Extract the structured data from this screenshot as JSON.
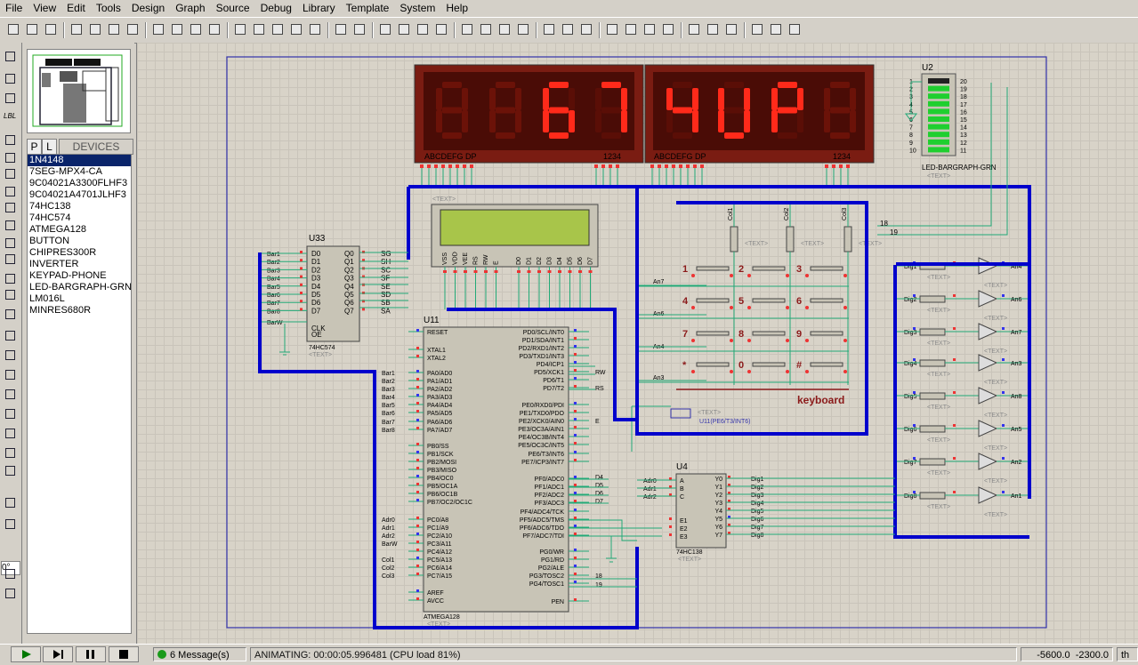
{
  "menu": [
    "File",
    "View",
    "Edit",
    "Tools",
    "Design",
    "Graph",
    "Source",
    "Debug",
    "Library",
    "Template",
    "System",
    "Help"
  ],
  "devices": {
    "tab_p": "P",
    "tab_l": "L",
    "header": "DEVICES",
    "items": [
      "1N4148",
      "7SEG-MPX4-CA",
      "9C04021A3300FLHF3",
      "9C04021A4701JLHF3",
      "74HC138",
      "74HC574",
      "ATMEGA128",
      "BUTTON",
      "CHIPRES300R",
      "INVERTER",
      "KEYPAD-PHONE",
      "LED-BARGRAPH-GRN",
      "LM016L",
      "MINRES680R"
    ],
    "selected": "1N4148"
  },
  "left_tools": {
    "label_tool": "LBL",
    "angle_value": "0°"
  },
  "schematic": {
    "display": {
      "left": [
        "8",
        "8",
        "6",
        "7"
      ],
      "right": [
        "4",
        "U",
        "P",
        "8"
      ],
      "pin_labels": "ABCDEFG  DP",
      "digits_label": "1234"
    },
    "u2": {
      "ref": "U2",
      "part": "LED-BARGRAPH-GRN",
      "text": "<TEXT>"
    },
    "u33": {
      "ref": "U33",
      "part": "74HC574",
      "text": "<TEXT>",
      "left_pins": [
        "D0",
        "D1",
        "D2",
        "D3",
        "D4",
        "D5",
        "D6",
        "D7"
      ],
      "right_pins": [
        "Q0",
        "Q1",
        "Q2",
        "Q3",
        "Q4",
        "Q5",
        "Q6",
        "Q7"
      ],
      "in_nets": [
        "Bar1",
        "Bar2",
        "Bar3",
        "Bar4",
        "Bar5",
        "Bar6",
        "Bar7",
        "Bar8"
      ],
      "out_nets": [
        "SG",
        "SH",
        "SC",
        "SF",
        "SE",
        "SD",
        "SB",
        "SA"
      ],
      "clk": "CLK",
      "oe": "OE",
      "clk_net": "BarW"
    },
    "lcd": {
      "text": "<TEXT>",
      "pins": [
        "VSS",
        "VDD",
        "VEE",
        "RS",
        "RW",
        "E",
        "D0",
        "D1",
        "D2",
        "D3",
        "D4",
        "D5",
        "D6",
        "D7"
      ]
    },
    "u11": {
      "ref": "U11",
      "part": "ATMEGA128",
      "text": "<TEXT>",
      "left_pins": [
        "RESET",
        "XTAL1",
        "XTAL2",
        "PA0/AD0",
        "PA1/AD1",
        "PA2/AD2",
        "PA3/AD3",
        "PA4/AD4",
        "PA5/AD5",
        "PA6/AD6",
        "PA7/AD7",
        "PB0/SS",
        "PB1/SCK",
        "PB2/MOSI",
        "PB3/MISO",
        "PB4/OC0",
        "PB5/OC1A",
        "PB6/OC1B",
        "PB7/OC2/OC1C",
        "PC0/A8",
        "PC1/A9",
        "PC2/A10",
        "PC3/A11",
        "PC4/A12",
        "PC5/A13",
        "PC6/A14",
        "PC7/A15",
        "AREF",
        "AVCC"
      ],
      "right_pins": [
        "PD0/SCL/INT0",
        "PD1/SDA/INT1",
        "PD2/RXD1/INT2",
        "PD3/TXD1/INT3",
        "PD4/ICP1",
        "PD5/XCK1",
        "PD6/T1",
        "PD7/T2",
        "PE0/RXD0/PDI",
        "PE1/TXD0/PDO",
        "PE2/XCK0/AIN0",
        "PE3/OC3A/AIN1",
        "PE4/OC3B/INT4",
        "PE5/OC3C/INT5",
        "PE6/T3/INT6",
        "PE7/ICP3/INT7",
        "PF0/ADC0",
        "PF1/ADC1",
        "PF2/ADC2",
        "PF3/ADC3",
        "PF4/ADC4/TCK",
        "PF5/ADC5/TMS",
        "PF6/ADC6/TDO",
        "PF7/ADC7/TDI",
        "PG0/WR",
        "PG1/RD",
        "PG2/ALE",
        "PG3/TOSC2",
        "PG4/TOSC1",
        "PEN"
      ],
      "left_nets": [
        "Bar1",
        "Bar2",
        "Bar3",
        "Bar4",
        "Bar5",
        "Bar6",
        "Bar7",
        "Bar8",
        "Adr0",
        "Adr1",
        "Adr2",
        "BarW",
        "Col1",
        "Col2",
        "Col3"
      ],
      "right_nets": [
        "RW",
        "RS",
        "E",
        "D4",
        "D5",
        "D6",
        "D7",
        "18",
        "19"
      ],
      "probe": "U11(PE6/T3/INT6)"
    },
    "u4": {
      "ref": "U4",
      "part": "74HC138",
      "text": "<TEXT>",
      "left_pins": [
        "A",
        "B",
        "C",
        "E1",
        "E2",
        "E3"
      ],
      "right_pins": [
        "Y0",
        "Y1",
        "Y2",
        "Y3",
        "Y4",
        "Y5",
        "Y6",
        "Y7"
      ],
      "in_nets": [
        "Adr0",
        "Adr1",
        "Adr2"
      ],
      "out_nets": [
        "Dig1",
        "Dig2",
        "Dig3",
        "Dig4",
        "Dig5",
        "Dig6",
        "Dig7",
        "Dig8"
      ]
    },
    "keypad": {
      "keys": [
        "1",
        "2",
        "3",
        "4",
        "5",
        "6",
        "7",
        "8",
        "9",
        "*",
        "0",
        "#"
      ],
      "rows": [
        "An7",
        "An6",
        "An4",
        "An3"
      ],
      "cols": [
        "Col1",
        "Col2",
        "Col3"
      ],
      "label": "keyboard"
    },
    "diodes": {
      "in": [
        "Dig1",
        "Dig2",
        "Dig3",
        "Dig4",
        "Dig5",
        "Dig6",
        "Dig7",
        "Dig8"
      ],
      "out": [
        "An4",
        "An6",
        "An7",
        "An3",
        "An8",
        "An5",
        "An2",
        "An1"
      ]
    },
    "net_18": "18",
    "net_19": "19"
  },
  "status": {
    "messages": "6 Message(s)",
    "animating": "ANIMATING: 00:00:05.996481 (CPU load 81%)",
    "coord_x": "-5600.0",
    "coord_y": "-2300.0",
    "unit": "th"
  }
}
